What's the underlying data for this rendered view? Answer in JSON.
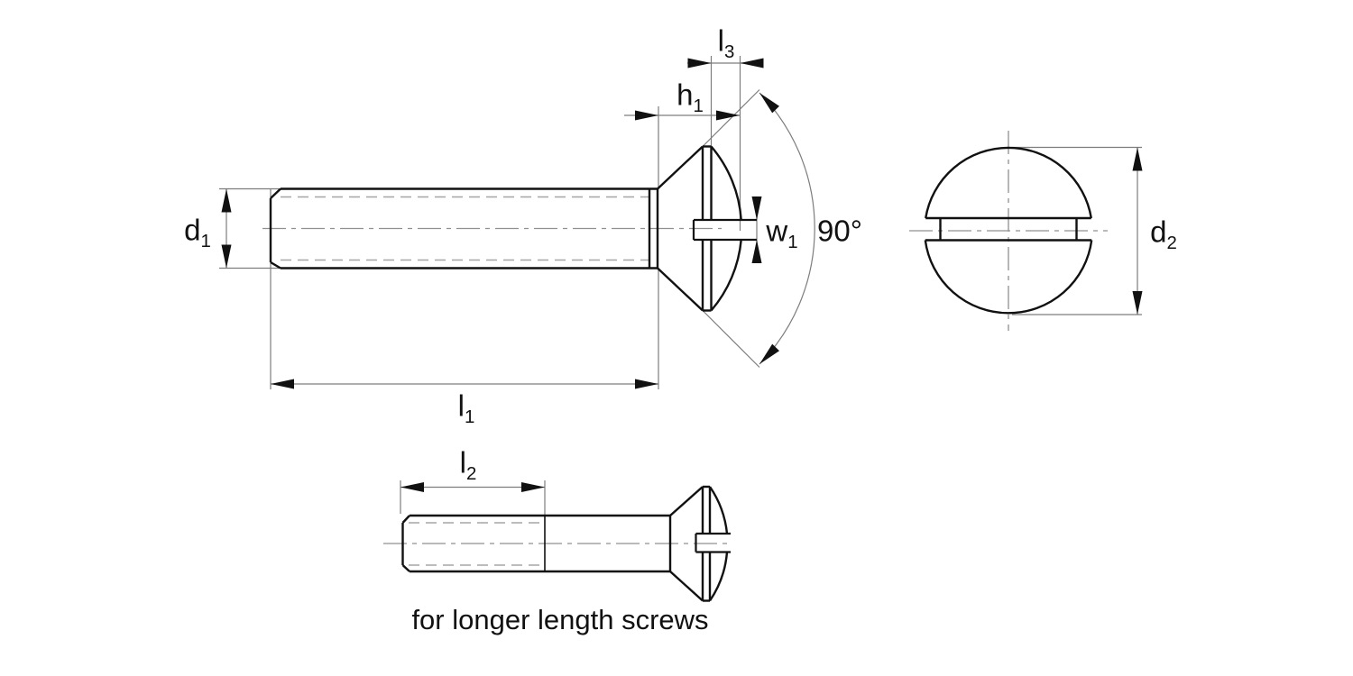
{
  "drawing": {
    "type": "technical-drawing",
    "subject": "slotted raised countersunk (oval) head screw, side view, head-on view and short-thread variant",
    "caption": "for longer length screws",
    "angle_label": "90°",
    "dimension_labels": {
      "d1": {
        "base": "d",
        "sub": "1"
      },
      "d2": {
        "base": "d",
        "sub": "2"
      },
      "h1": {
        "base": "h",
        "sub": "1"
      },
      "w1": {
        "base": "w",
        "sub": "1"
      },
      "l1": {
        "base": "l",
        "sub": "1"
      },
      "l2": {
        "base": "l",
        "sub": "2"
      },
      "l3": {
        "base": "l",
        "sub": "3"
      }
    },
    "colors": {
      "outline": "#111111",
      "dimension_lines": "#7d7d7d",
      "centerline": "#909090",
      "thread_dashes": "#a6a6a6",
      "text": "#111111",
      "background": "#ffffff"
    }
  }
}
